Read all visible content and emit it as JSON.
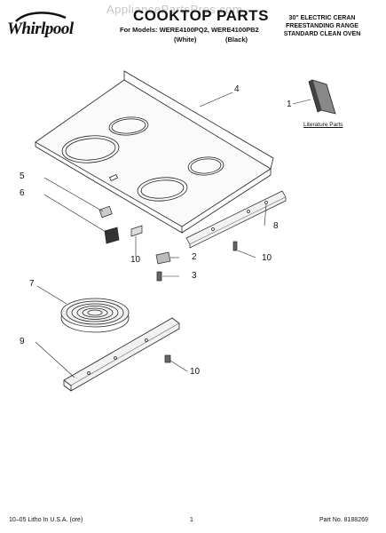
{
  "watermark": "AppliancePartsPros.com",
  "brand": "Whirlpool",
  "header": {
    "title": "COOKTOP PARTS",
    "models": "For Models: WERE4100PQ2, WERE4100PB2",
    "color_white": "(White)",
    "color_black": "(Black)",
    "description": [
      "30\" ELECTRIC CERAN",
      "FREESTANDING RANGE",
      "STANDARD CLEAN OVEN"
    ]
  },
  "literature_label": "Literature Parts",
  "callouts": [
    "1",
    "2",
    "3",
    "4",
    "5",
    "6",
    "7",
    "8",
    "9",
    "10",
    "10",
    "10"
  ],
  "footer": {
    "left": "10–05 Litho In U.S.A. (ore)",
    "center": "1",
    "right": "Part No. 8188269"
  }
}
